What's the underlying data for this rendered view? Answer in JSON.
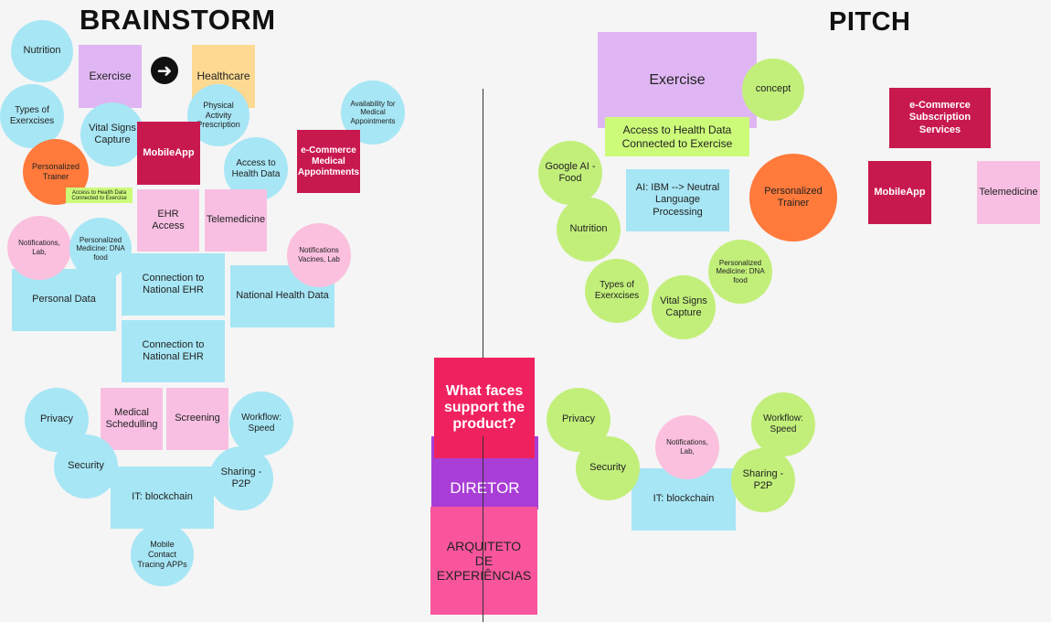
{
  "titles": {
    "brainstorm": "BRAINSTORM",
    "pitch": "PITCH"
  },
  "brainstorm": {
    "nutrition": "Nutrition",
    "exercise": "Exercise",
    "healthcare": "Healthcare",
    "types_exercises": "Types of Exerxcises",
    "vital_signs": "Vital Signs Capture",
    "physical_activity": "Physical Activity Prescription",
    "availability": "Availability for Medical Appointments",
    "personalized_trainer": "Personalized Trainer",
    "mobile_app": "MobileApp",
    "access_health_data": "Access to Health Data",
    "ecommerce_medical": "e-Commerce Medical Appointments",
    "small_access_note": "Access to Health Data Connected to Exercise",
    "ehr_access": "EHR Access",
    "telemedicine": "Telemedicine",
    "notifications_lab": "Notifications, Lab,",
    "personalized_medicine": "Personalized Medicine: DNA food",
    "notifications_vaccines": "Notifications Vacines, Lab",
    "personal_data": "Personal Data",
    "connection_ehr_1": "Connection to National EHR",
    "national_health_data": "National Health Data",
    "connection_ehr_2": "Connection to National EHR",
    "privacy": "Privacy",
    "medical_scheduling": "Medical Schedulling",
    "screening": "Screening",
    "workflow_speed": "Workflow: Speed",
    "security": "Security",
    "sharing_p2p": "Sharing - P2P",
    "it_blockchain": "IT: blockchain",
    "mobile_tracing": "Mobile Contact Tracing APPs"
  },
  "center": {
    "question": "What faces support the product?",
    "diretor": "DIRETOR",
    "arquiteto": "ARQUITETO DE EXPERIÊNCIAS"
  },
  "pitch": {
    "exercise": "Exercise",
    "concept": "concept",
    "access_health_data": "Access to Health Data Connected to Exercise",
    "ecommerce_subscription": "e-Commerce Subscription Services",
    "google_ai": "Google AI - Food",
    "ai_ibm": "AI: IBM --> Neutral Language Processing",
    "personalized_trainer": "Personalized Trainer",
    "mobile_app": "MobileApp",
    "telemedicine": "Telemedicine",
    "nutrition": "Nutrition",
    "personalized_medicine": "Personalized Medicine: DNA food",
    "types_exercises": "Types of Exerxcises",
    "vital_signs": "Vital Signs Capture",
    "privacy": "Privacy",
    "workflow_speed": "Workflow: Speed",
    "notifications_lab": "Notifications, Lab,",
    "security": "Security",
    "sharing_p2p": "Sharing - P2P",
    "it_blockchain": "IT: blockchain"
  },
  "colors": {
    "blue": "#a7e6f5",
    "green": "#c2ef7a",
    "pink": "#fbc0de",
    "orange": "#ff7a3b",
    "purple": "#dfb6f3",
    "yellow": "#fdd992",
    "crimson": "#c8194f",
    "question_red": "#f0215f",
    "diretor_purple": "#a93ed6",
    "arquiteto_pink": "#f9559c"
  },
  "icons": {
    "arrow": "arrow-right-icon"
  }
}
